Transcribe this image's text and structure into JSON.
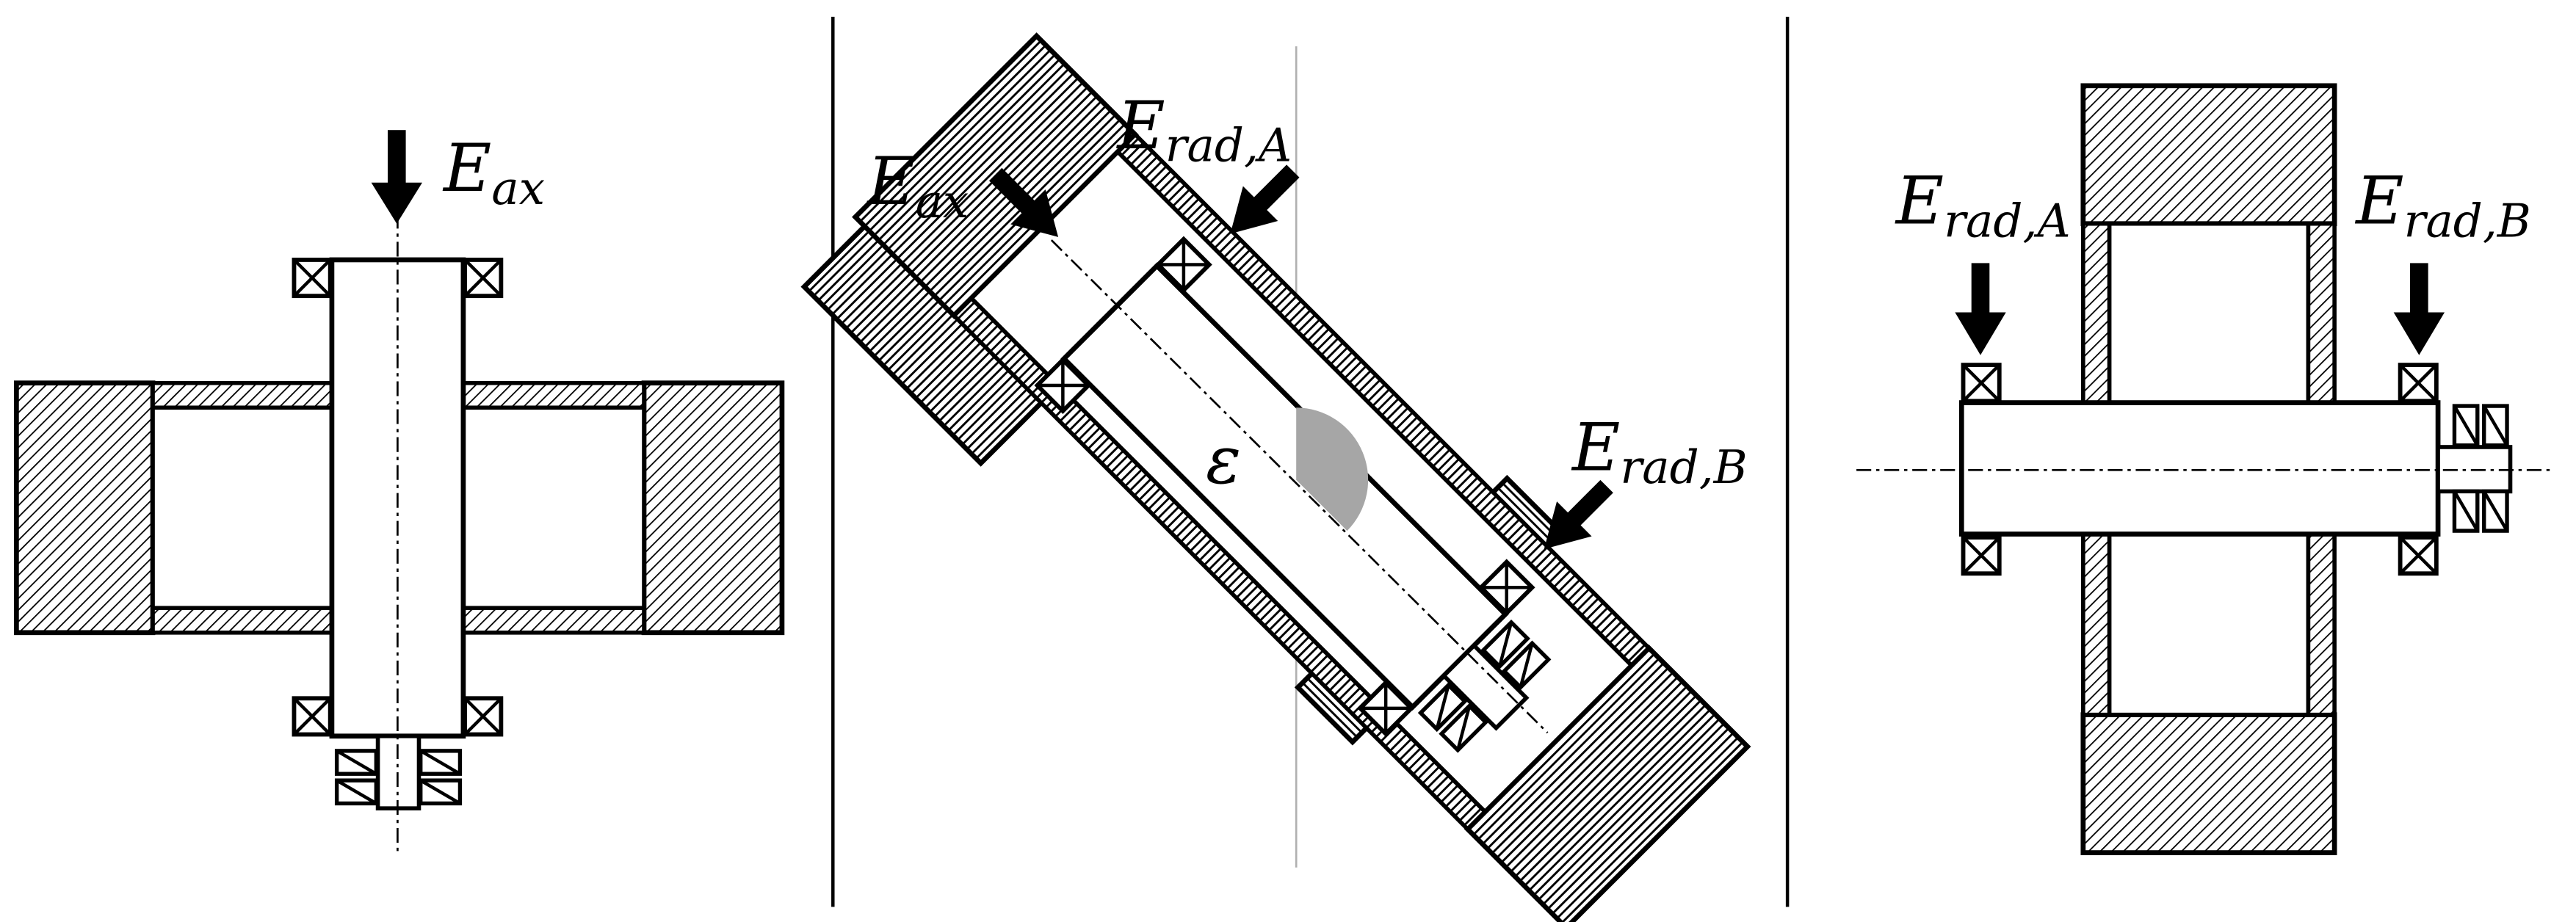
{
  "figure": {
    "panels": [
      {
        "id": "axial",
        "labels": {
          "e_ax_main": "E",
          "e_ax_sub": "ax"
        }
      },
      {
        "id": "inclined",
        "labels": {
          "e_ax_main": "E",
          "e_ax_sub": "ax",
          "e_rad_a_main": "E",
          "e_rad_a_sub": "rad,A",
          "e_rad_b_main": "E",
          "e_rad_b_sub": "rad,B",
          "epsilon": "ε"
        }
      },
      {
        "id": "radial",
        "labels": {
          "e_rad_a_main": "E",
          "e_rad_a_sub": "rad,A",
          "e_rad_b_main": "E",
          "e_rad_b_sub": "rad,B"
        }
      }
    ]
  },
  "colors": {
    "line": "#000000",
    "hatch": "#000000",
    "angle_fill": "#a6a6a6",
    "guide_line": "#b0b0b0"
  }
}
